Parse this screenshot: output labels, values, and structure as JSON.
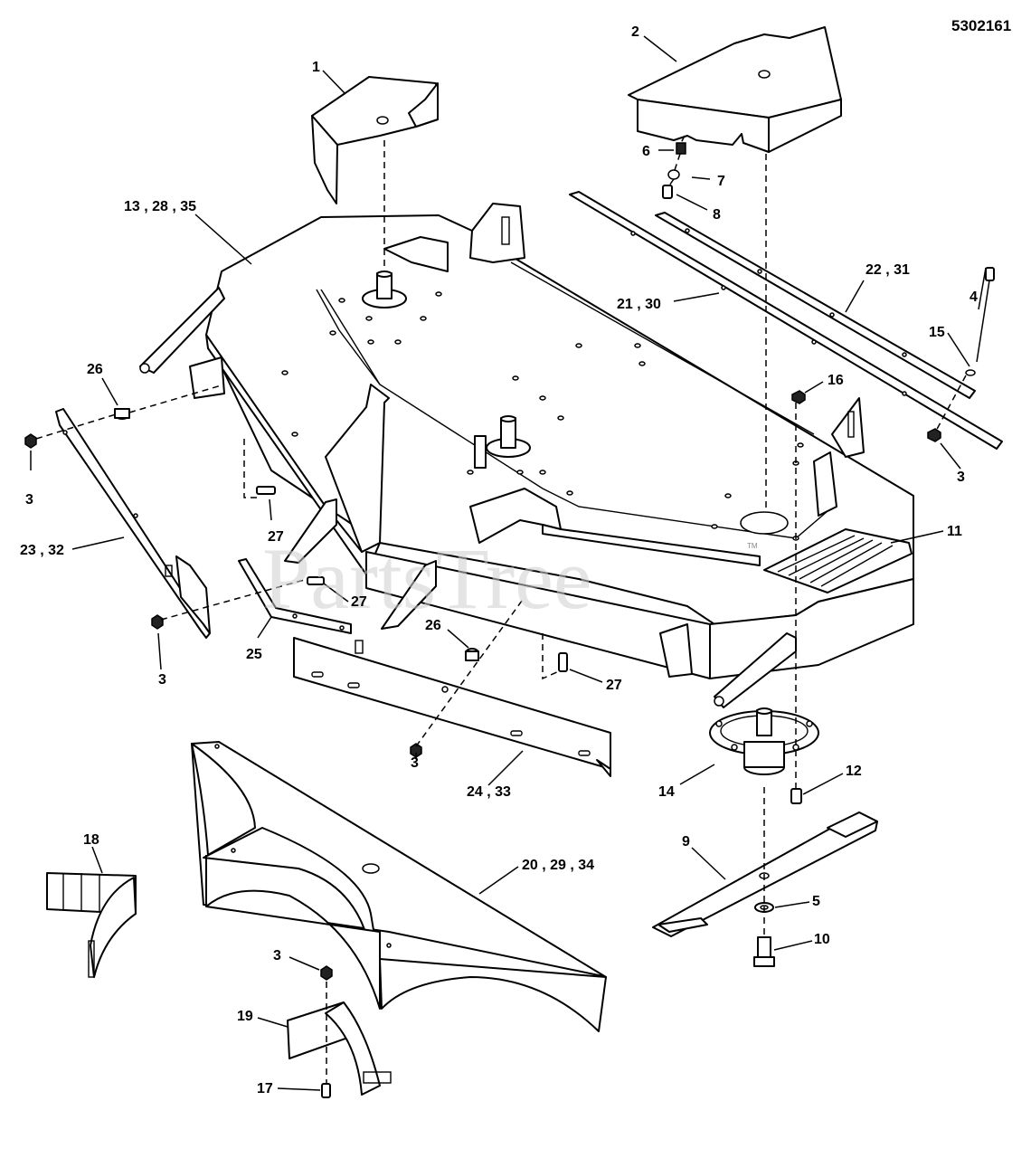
{
  "diagram": {
    "reference_number": "5302161",
    "watermark": "PartsTree",
    "trademark": "TM",
    "callouts": {
      "c1": "1",
      "c2": "2",
      "c3a": "3",
      "c3b": "3",
      "c3c": "3",
      "c3d": "3",
      "c3e": "3",
      "c4": "4",
      "c5": "5",
      "c6": "6",
      "c7": "7",
      "c8": "8",
      "c9": "9",
      "c10": "10",
      "c11": "11",
      "c12": "12",
      "c13_28_35": "13 , 28 , 35",
      "c14": "14",
      "c15": "15",
      "c16": "16",
      "c17": "17",
      "c18": "18",
      "c19": "19",
      "c20_29_34": "20 , 29 , 34",
      "c21_30": "21 , 30",
      "c22_31": "22 , 31",
      "c23_32": "23 , 32",
      "c24_33": "24 , 33",
      "c25": "25",
      "c26a": "26",
      "c26b": "26",
      "c27a": "27",
      "c27b": "27",
      "c27c": "27"
    }
  }
}
